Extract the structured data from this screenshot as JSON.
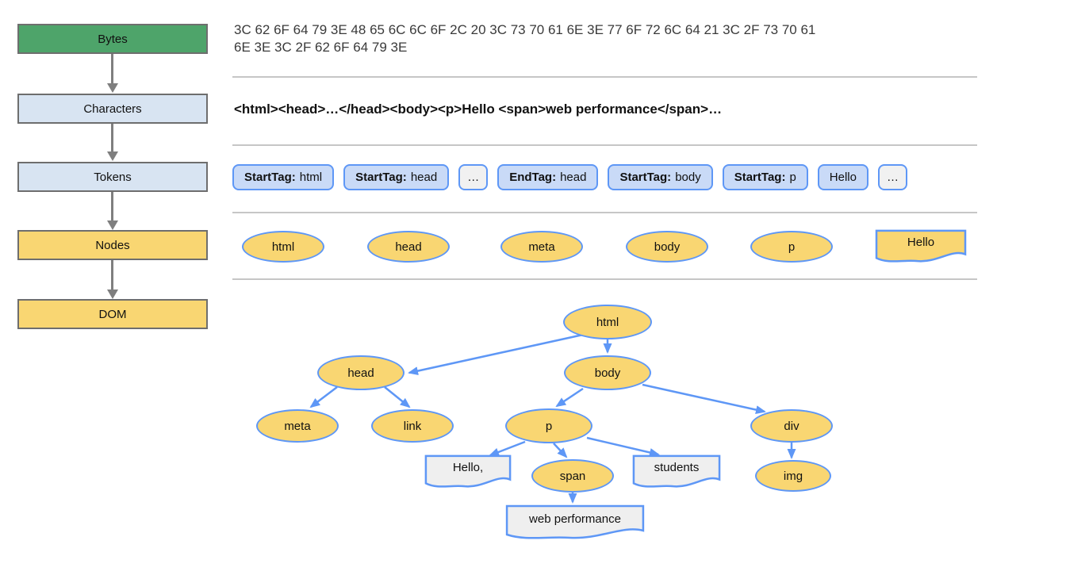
{
  "pipeline": {
    "stages": [
      {
        "label": "Bytes"
      },
      {
        "label": "Characters"
      },
      {
        "label": "Tokens"
      },
      {
        "label": "Nodes"
      },
      {
        "label": "DOM"
      }
    ]
  },
  "bytes_row": {
    "lines": [
      "3C 62 6F 64 79 3E 48 65 6C 6C 6F 2C 20 3C 73 70 61 6E 3E 77 6F 72 6C 64 21 3C 2F 73 70 61",
      "6E 3E 3C 2F 62 6F 64 79 3E"
    ]
  },
  "characters_row": {
    "text": "<html><head>…</head><body><p>Hello <span>web performance</span>…"
  },
  "tokens_row": {
    "items": [
      {
        "prefix": "StartTag:",
        "value": "html"
      },
      {
        "prefix": "StartTag:",
        "value": "head"
      },
      {
        "prefix": "",
        "value": "…"
      },
      {
        "prefix": "EndTag:",
        "value": "head"
      },
      {
        "prefix": "StartTag:",
        "value": "body"
      },
      {
        "prefix": "StartTag:",
        "value": "p"
      },
      {
        "prefix": "",
        "value": "Hello"
      },
      {
        "prefix": "",
        "value": "…"
      }
    ]
  },
  "nodes_row": {
    "ellipses": [
      "html",
      "head",
      "meta",
      "body",
      "p"
    ],
    "text_node": "Hello"
  },
  "dom_tree": {
    "ellipses": [
      "html",
      "head",
      "body",
      "meta",
      "link",
      "p",
      "div",
      "span",
      "img"
    ],
    "text_nodes": [
      "Hello,",
      "students",
      "web performance"
    ]
  },
  "colors": {
    "stage_green": "#4EA46A",
    "stage_blue": "#D8E4F2",
    "stage_yellow": "#F9D672",
    "stage_border": "#6E6E6E",
    "token_fill": "#C9DAF7",
    "token_light_fill": "#F1F1F1",
    "node_border_blue": "#5E97F6",
    "doc_gray_fill": "#EFEFEF",
    "divider_gray": "#C6C6C6",
    "flow_arrow_gray": "#7F7F7F"
  }
}
